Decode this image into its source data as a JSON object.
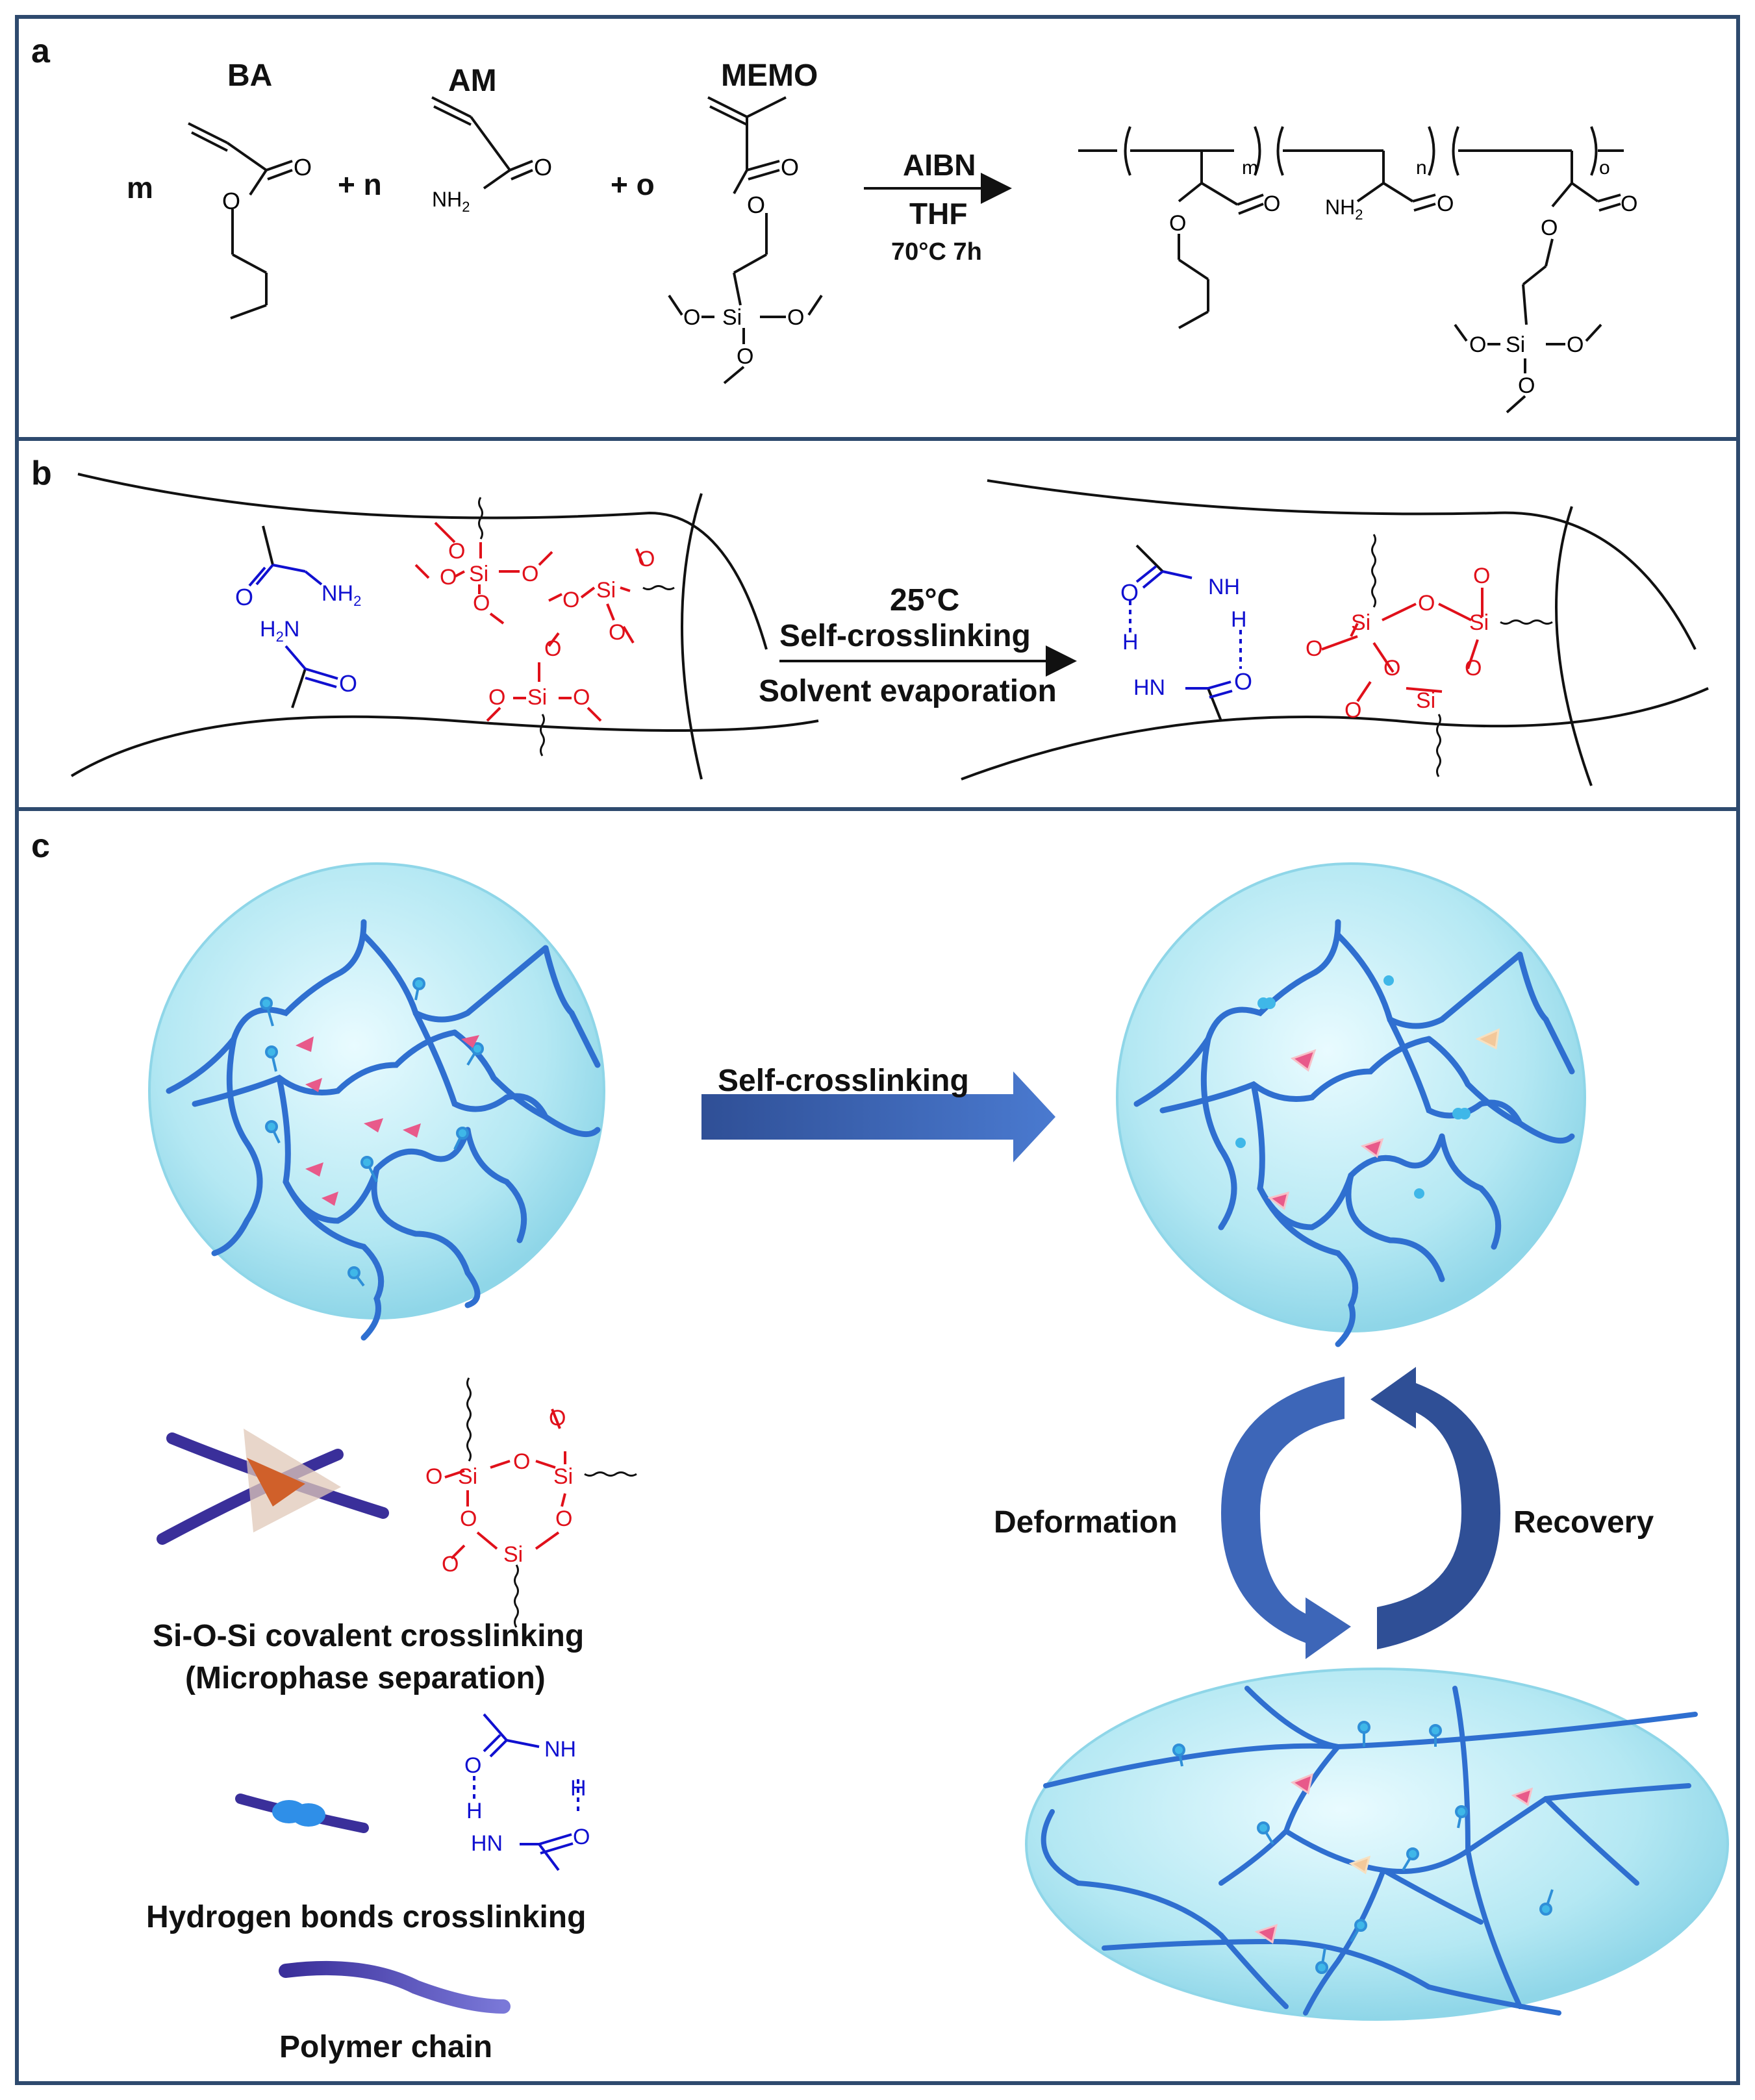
{
  "panels": {
    "a": {
      "label": "a",
      "monomers": {
        "ba": "BA",
        "am": "AM",
        "memo": "MEMO"
      },
      "coefficients": {
        "m": "m",
        "plus_n": "+ n",
        "plus_o": "+ o"
      },
      "atoms": {
        "O": "O",
        "NH2": "NH",
        "NH2_sub": "2",
        "Si": "Si"
      },
      "reagent": "AIBN",
      "solvent": "THF",
      "conditions": "70°C 7h",
      "product_subscripts": {
        "m": "m",
        "n": "n",
        "o": "o"
      }
    },
    "b": {
      "label": "b",
      "arrow_top_1": "25°C",
      "arrow_top_2": "Self-crosslinking",
      "arrow_bottom": "Solvent evaporation",
      "atoms": {
        "O": "O",
        "NH2": "NH",
        "NH2_sub": "2",
        "H2N": "H",
        "H2N_sub": "2",
        "H2N_N": "N",
        "NH": "NH",
        "HN": "HN",
        "H": "H",
        "Si": "Si"
      }
    },
    "c": {
      "label": "c",
      "arrow_label": "Self-crosslinking",
      "cycle_left": "Deformation",
      "cycle_right": "Recovery",
      "legend": {
        "covalent_1": "Si-O-Si covalent crosslinking",
        "covalent_2": "(Microphase separation)",
        "hbond": "Hydrogen bonds crosslinking",
        "chain": "Polymer chain"
      }
    }
  },
  "colors": {
    "frame": "#2e4a6e",
    "hbond_blue": "#1010d0",
    "siloxane_red": "#e0101a",
    "arrow_blue": "#3d66b8",
    "sphere": "#a9e3ef",
    "chain": "#2f6fd0"
  }
}
